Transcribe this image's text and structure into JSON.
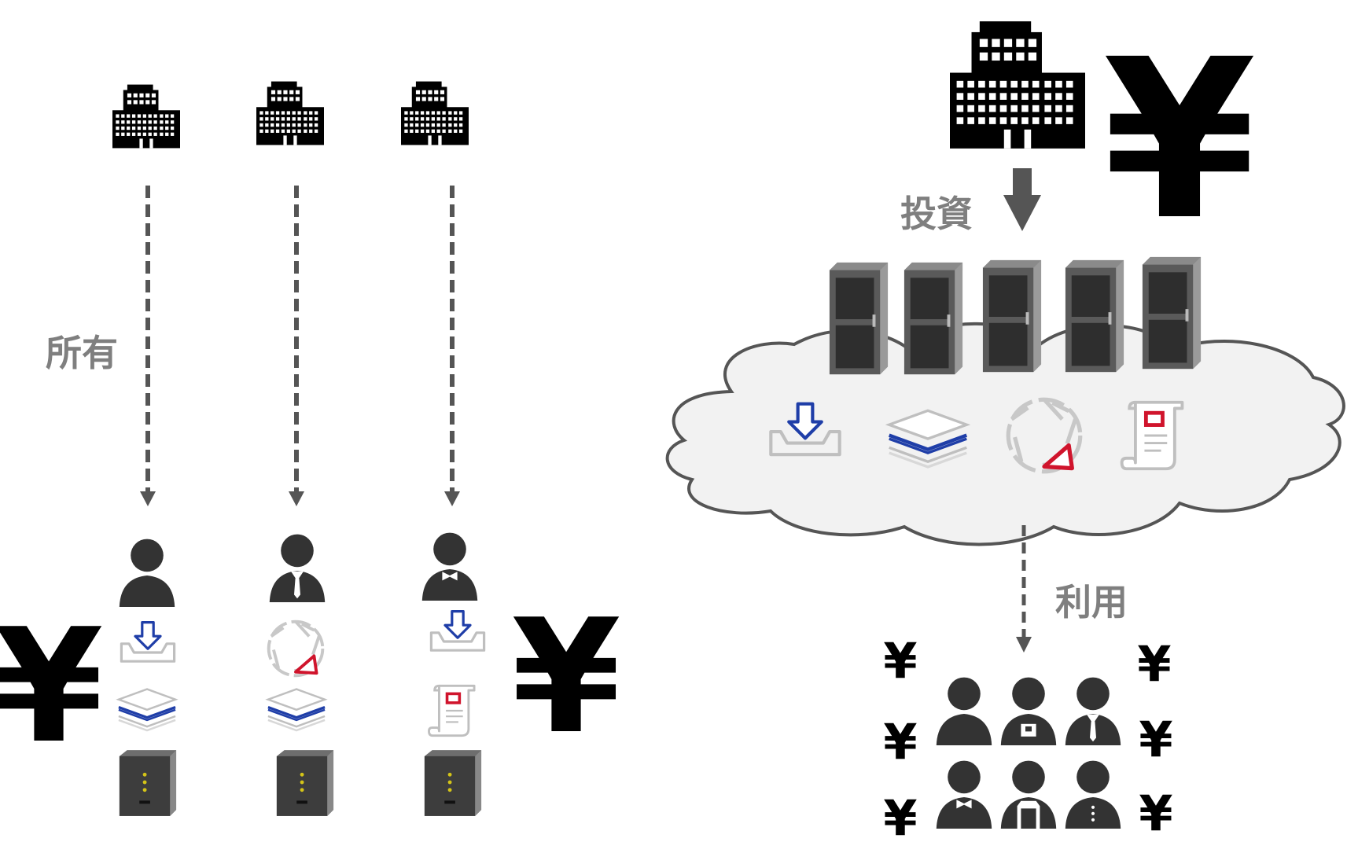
{
  "labels": {
    "own": "所有",
    "invest": "投資",
    "use": "利用"
  },
  "currency_symbol": "¥",
  "left": {
    "columns": [
      {
        "building": "office-building-icon",
        "person": "person-icon",
        "services": [
          "download-tray-icon",
          "layers-icon"
        ],
        "device": "server-box-icon"
      },
      {
        "building": "office-building-icon",
        "person": "businessman-tie-icon",
        "services": [
          "aperture-icon",
          "layers-icon"
        ],
        "device": "server-box-icon"
      },
      {
        "building": "office-building-icon",
        "person": "waiter-bowtie-icon",
        "services": [
          "download-tray-icon",
          "document-scroll-icon"
        ],
        "device": "server-box-icon"
      }
    ]
  },
  "right": {
    "building": "large-office-building-icon",
    "server_rack_count": 5,
    "cloud_services": [
      "download-tray-icon",
      "layers-icon",
      "aperture-icon",
      "document-scroll-icon"
    ],
    "users": [
      "person-icon",
      "staff-apron-icon",
      "businessman-tie-icon",
      "waiter-bowtie-icon",
      "chef-apron-icon",
      "suit-buttons-icon"
    ]
  },
  "colors": {
    "icon_black": "#000000",
    "person_gray": "#333333",
    "arrow_gray": "#555555",
    "label_gray": "#7f7f7f",
    "cloud_fill": "#f2f2f2",
    "cloud_stroke": "#555555",
    "accent_blue": "#1f3ea8",
    "accent_red": "#d0142c",
    "service_gray": "#bfbfbf",
    "led_yellow": "#d4c418",
    "server_dark": "#3d3d3d",
    "server_mid": "#6e6e6e"
  }
}
